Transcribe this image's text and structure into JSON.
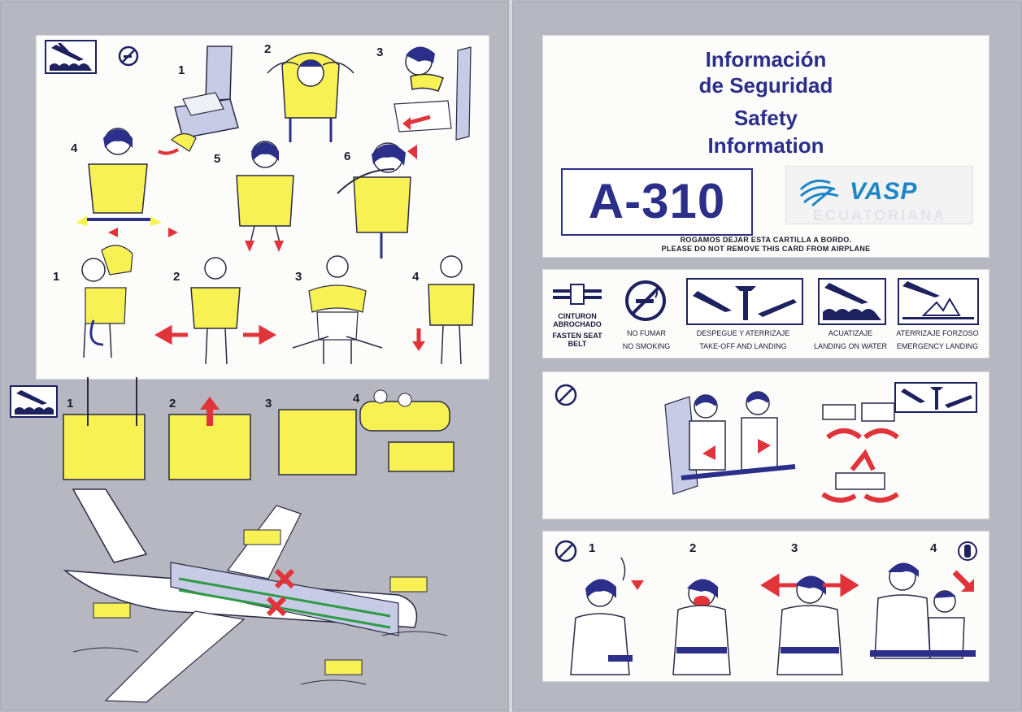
{
  "left_page": {
    "vest_steps_adult": [
      "1",
      "2",
      "3",
      "4",
      "5",
      "6"
    ],
    "vest_steps_child": [
      "1",
      "2",
      "3",
      "4"
    ],
    "raft_steps": [
      "1",
      "2",
      "3",
      "4"
    ]
  },
  "right_page": {
    "title_lines": [
      "Información",
      "de Seguridad",
      "Safety",
      "Information"
    ],
    "aircraft_model": "A-310",
    "airline_logo": "VASP",
    "airline_sub": "ECUATORIANA",
    "notice_es": "ROGAMOS DEJAR ESTA CARTILLA A BORDO.",
    "notice_en": "PLEASE DO NOT REMOVE THIS CARD FROM AIRPLANE",
    "pictograms": {
      "seatbelt": {
        "es1": "CINTURON",
        "es2": "ABROCHADO",
        "en1": "FASTEN SEAT",
        "en2": "BELT"
      },
      "no_smoking": {
        "es": "NO FUMAR",
        "en": "NO SMOKING"
      },
      "takeoff": {
        "es": "DESPEGUE Y ATERRIZAJE",
        "en": "TAKE-OFF AND LANDING"
      },
      "water": {
        "es": "ACUATIZAJE",
        "en": "LANDING ON WATER"
      },
      "emergency": {
        "es": "ATERRIZAJE FORZOSO",
        "en": "EMERGENCY LANDING"
      }
    },
    "oxygen_steps": [
      "1",
      "2",
      "3",
      "4"
    ]
  },
  "colors": {
    "card_navy": "#2b2f8a",
    "vest_yellow": "#f7f154",
    "arrow_red": "#e0343a",
    "page_gray": "#b6b7c1"
  }
}
